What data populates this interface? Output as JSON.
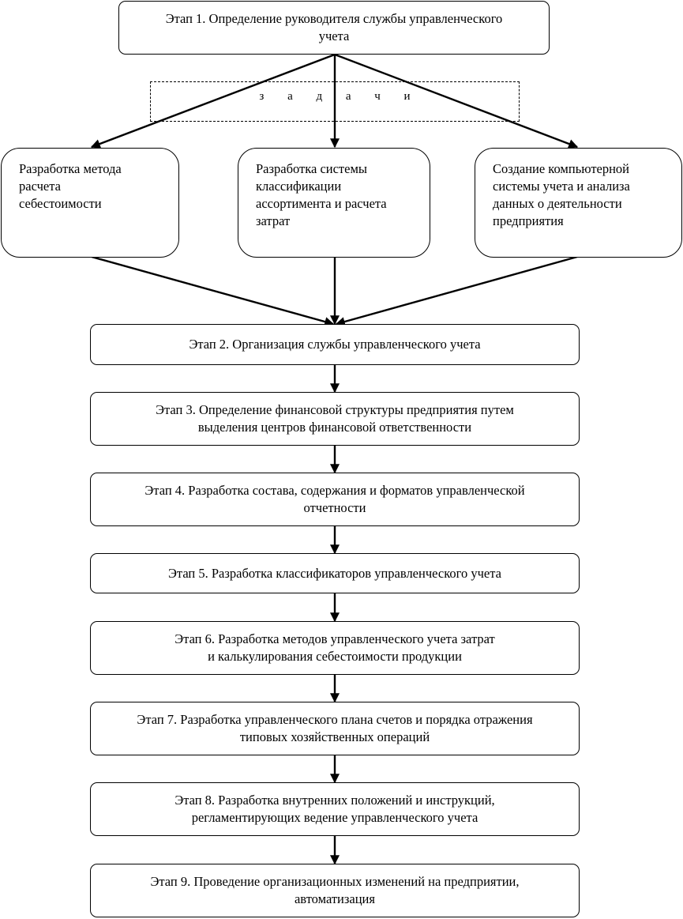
{
  "stage1": {
    "line1": "Этап 1. Определение руководителя службы управленческого",
    "line2": "учета"
  },
  "tasks_label": "з а д а ч и",
  "task_left": {
    "line1": "Разработка метода",
    "line2": "расчета",
    "line3": "себестоимости"
  },
  "task_center": {
    "line1": "Разработка системы",
    "line2": "классификации",
    "line3": "ассортимента и расчета",
    "line4": "затрат"
  },
  "task_right": {
    "line1": "Создание компьютерной",
    "line2": "системы учета и анализа",
    "line3": "данных о деятельности",
    "line4": "предприятия"
  },
  "stages": [
    {
      "line1": "Этап 2. Организация службы управленческого учета",
      "line2": ""
    },
    {
      "line1": "Этап 3. Определение финансовой структуры предприятия путем",
      "line2": "выделения центров финансовой ответственности"
    },
    {
      "line1": "Этап 4. Разработка состава, содержания и форматов управленческой",
      "line2": "отчетности"
    },
    {
      "line1": "Этап 5. Разработка классификаторов управленческого учета",
      "line2": ""
    },
    {
      "line1": "Этап 6. Разработка методов управленческого учета затрат",
      "line2": "и калькулирования себестоимости продукции"
    },
    {
      "line1": "Этап 7. Разработка управленческого плана счетов и порядка отражения",
      "line2": "типовых хозяйственных операций"
    },
    {
      "line1": "Этап 8. Разработка внутренних положений и инструкций,",
      "line2": "регламентирующих ведение управленческого учета"
    },
    {
      "line1": "Этап 9. Проведение организационных изменений на предприятии,",
      "line2": "автоматизация"
    }
  ]
}
